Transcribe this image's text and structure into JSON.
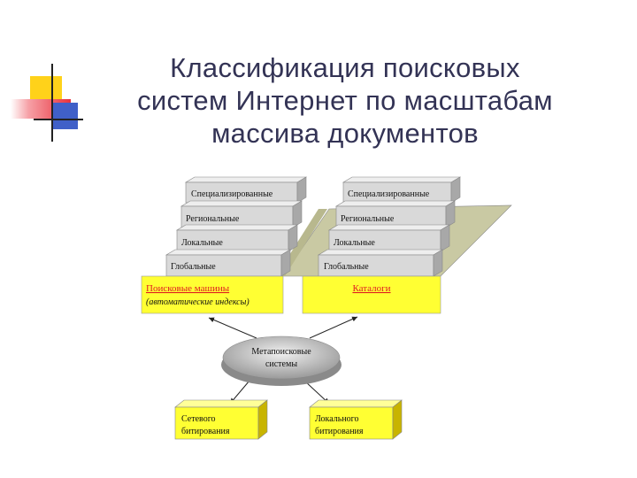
{
  "title": [
    "Классификация поисковых",
    "систем Интернет по масштабам",
    "массива документов"
  ],
  "left_stack": {
    "levels": [
      "Специализированные",
      "Региональные",
      "Локальные",
      "Глобальные"
    ],
    "base_label": "Поисковые машины",
    "base_sublabel": "(автоматические индексы)"
  },
  "right_stack": {
    "levels": [
      "Специализированные",
      "Региональные",
      "Локальные",
      "Глобальные"
    ],
    "base_label": "Каталоги"
  },
  "meta": {
    "line1": "Метапоисковые",
    "line2": "системы"
  },
  "bottom_left": {
    "line1": "Сетевого",
    "line2": "битирования"
  },
  "bottom_right": {
    "line1": "Локального",
    "line2": "битирования"
  },
  "colors": {
    "yellow": "#ffff33",
    "gray": "#d9d9d9",
    "title": "#333355",
    "deco_yellow": "#ffd21a",
    "deco_red": "#e8323c",
    "deco_blue": "#4060c8"
  }
}
